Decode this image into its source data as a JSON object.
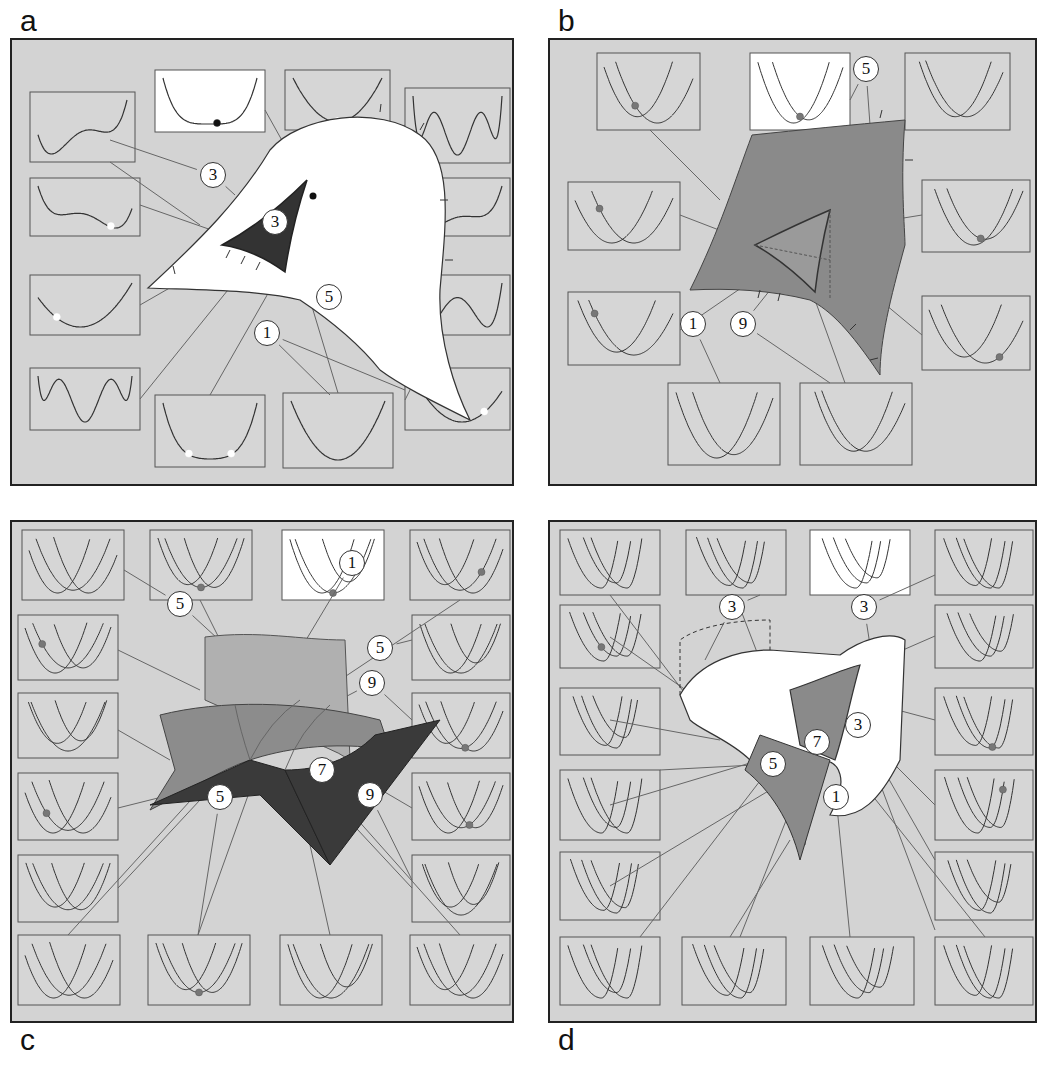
{
  "diagram": {
    "nodes": [
      {
        "text": [
          "a"
        ]
      },
      {
        "text": [
          "3"
        ],
        "in": 0
      },
      {
        "text": [
          "3"
        ],
        "in": 0
      },
      {
        "text": [
          "5"
        ],
        "in": 0
      },
      {
        "text": [
          "1"
        ],
        "in": 0
      },
      {
        "text": [
          "b"
        ]
      },
      {
        "text": [
          "5"
        ],
        "in": 5
      },
      {
        "text": [
          "1"
        ],
        "in": 5
      },
      {
        "text": [
          "9"
        ],
        "in": 5
      },
      {
        "text": [
          "c"
        ]
      },
      {
        "text": [
          "5"
        ],
        "in": 9
      },
      {
        "text": [
          "1"
        ],
        "in": 9
      },
      {
        "text": [
          "5"
        ],
        "in": 9
      },
      {
        "text": [
          "9"
        ],
        "in": 9
      },
      {
        "text": [
          "7"
        ],
        "in": 9
      },
      {
        "text": [
          "5"
        ],
        "in": 9
      },
      {
        "text": [
          "9"
        ],
        "in": 9
      },
      {
        "text": [
          "d"
        ]
      },
      {
        "text": [
          "3"
        ],
        "in": 17
      },
      {
        "text": [
          "3"
        ],
        "in": 17
      },
      {
        "text": [
          "5"
        ],
        "in": 17
      },
      {
        "text": [
          "7"
        ],
        "in": 17
      },
      {
        "text": [
          "3"
        ],
        "in": 17
      },
      {
        "text": [
          "1"
        ],
        "in": 17
      }
    ]
  }
}
